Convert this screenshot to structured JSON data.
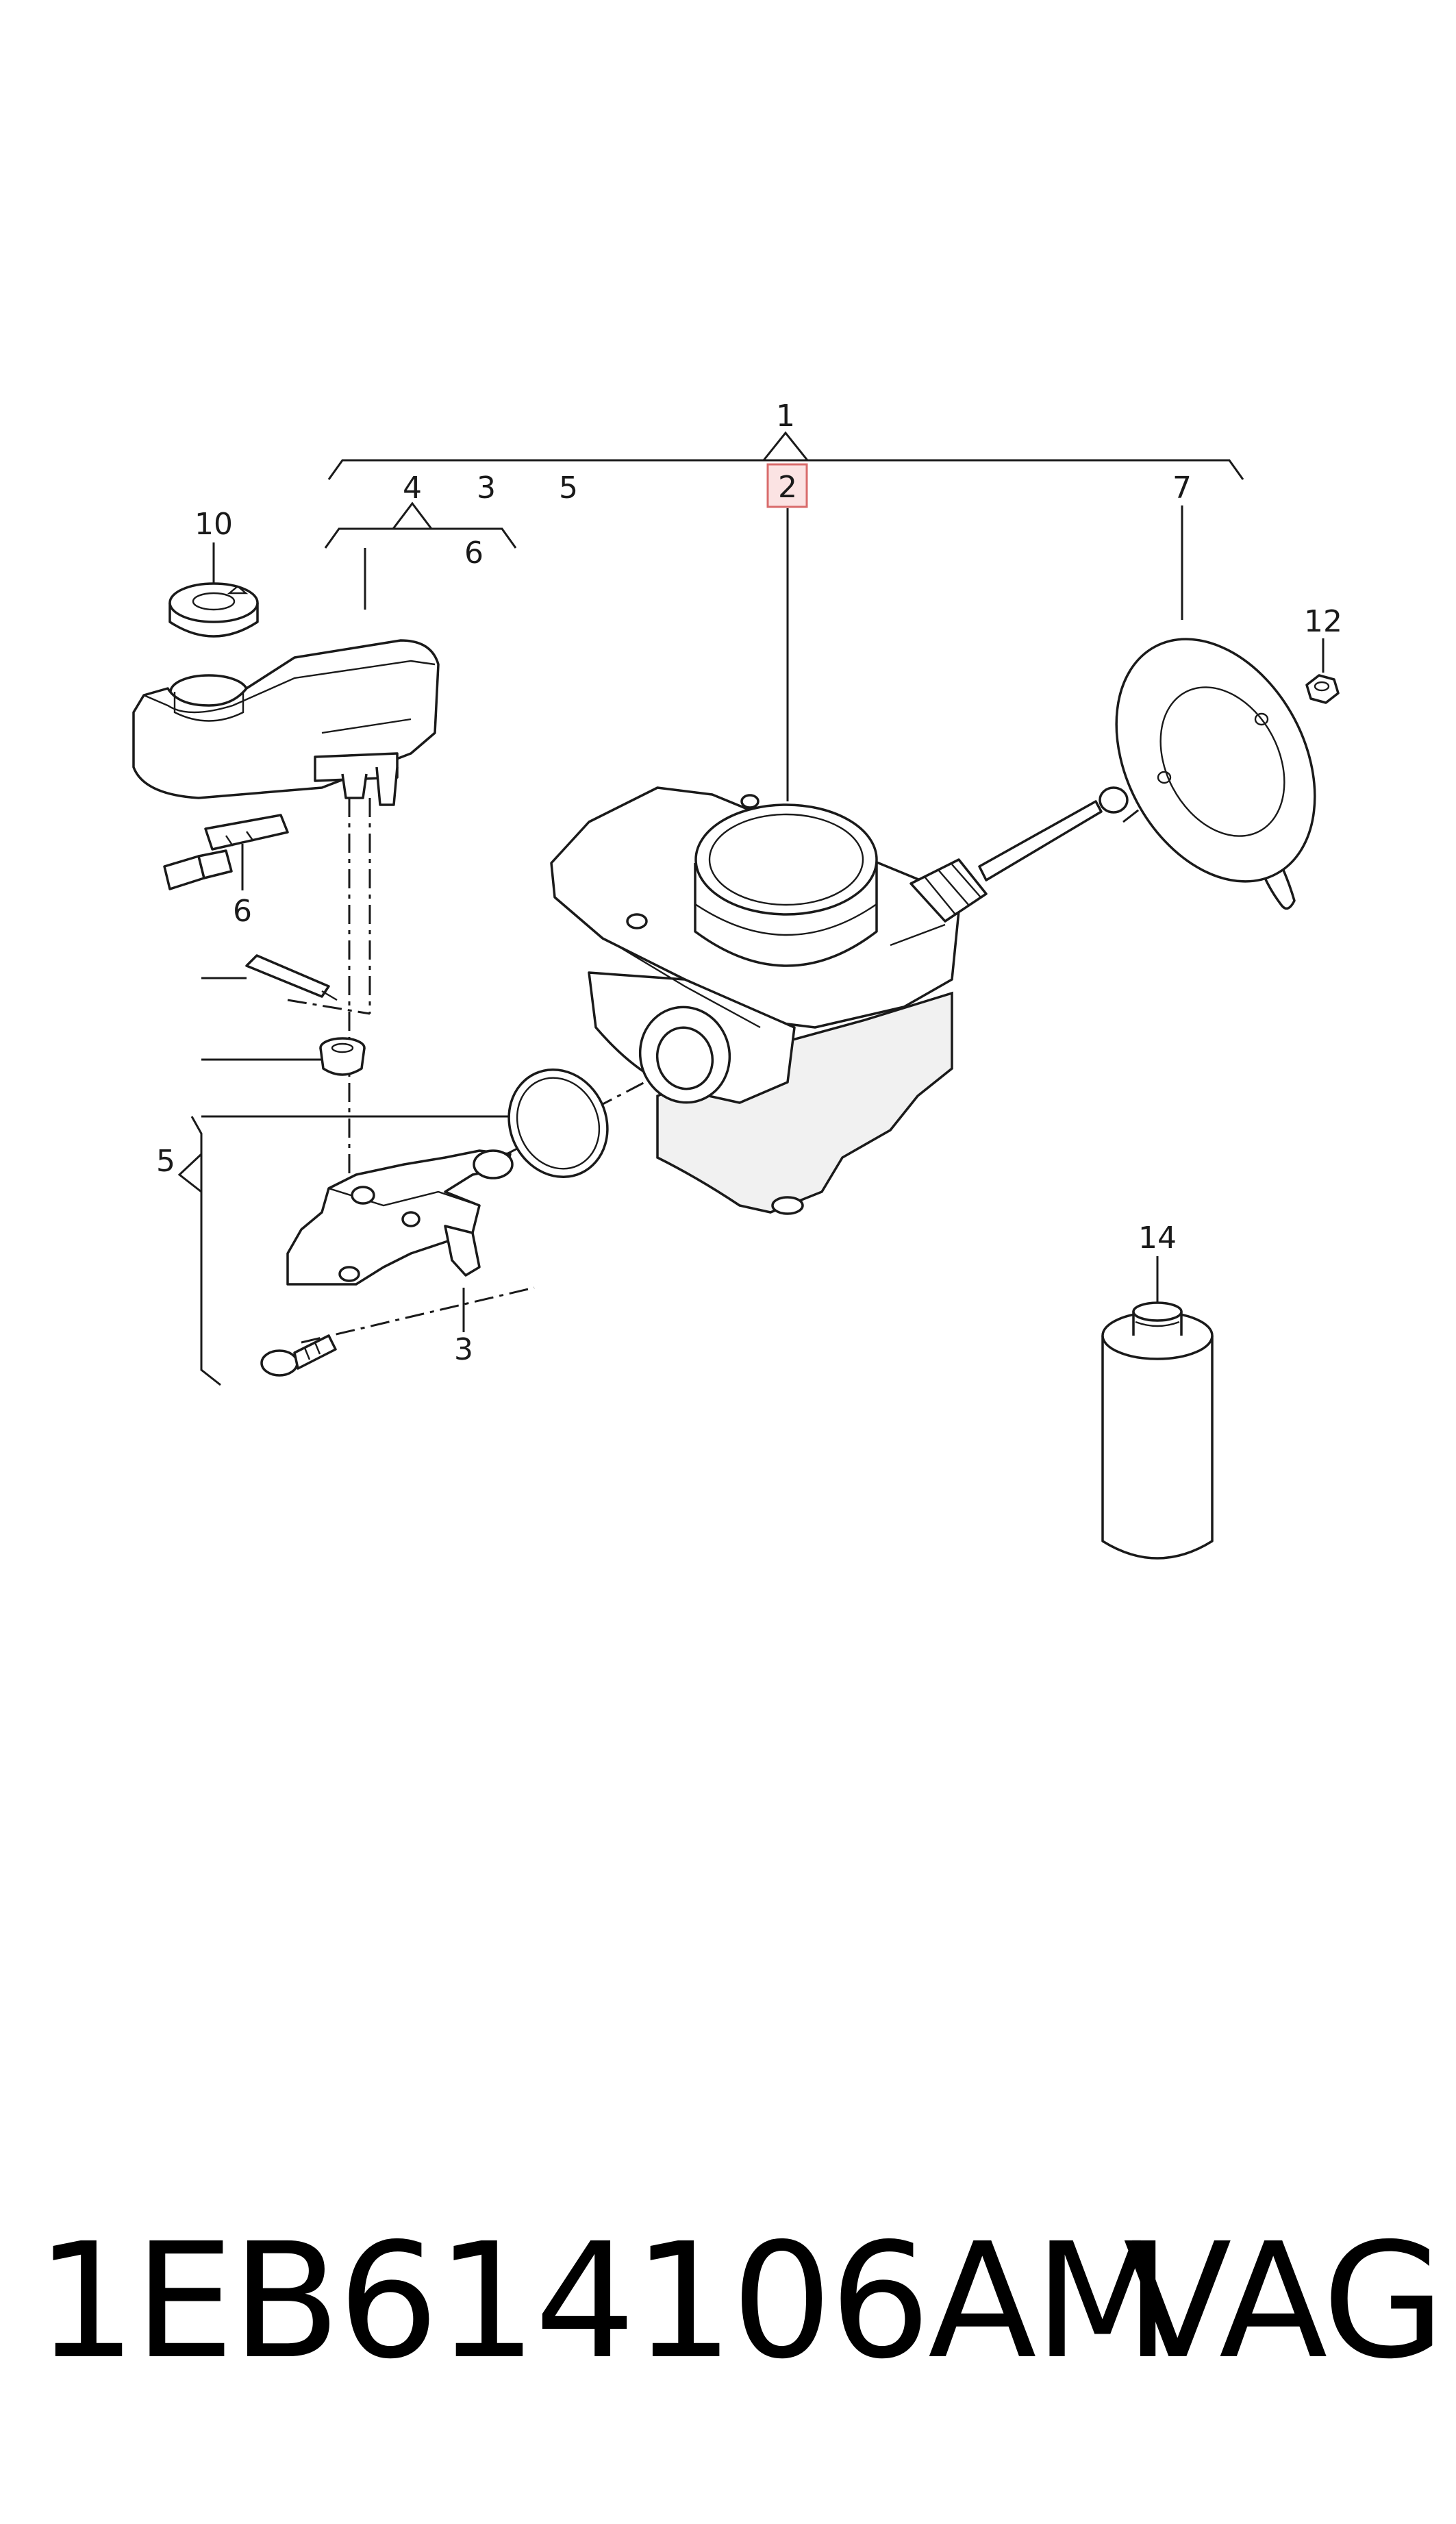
{
  "callouts": {
    "c1": "1",
    "c2": "2",
    "c3a": "3",
    "c3b": "3",
    "c4": "4",
    "c5a": "5",
    "c5b": "5",
    "c6a": "6",
    "c6b": "6",
    "c7": "7",
    "c10": "10",
    "c12": "12",
    "c14": "14"
  },
  "highlight_color": "#d86b6b",
  "footer": {
    "part_number": "1EB614106AM",
    "brand": "VAG"
  },
  "icons": [
    "reservoir-cap",
    "brake-fluid-reservoir",
    "level-sensor",
    "pin",
    "grommet",
    "o-ring",
    "master-cylinder",
    "bolt",
    "brake-booster",
    "gasket-plate",
    "nut",
    "fluid-bottle"
  ]
}
